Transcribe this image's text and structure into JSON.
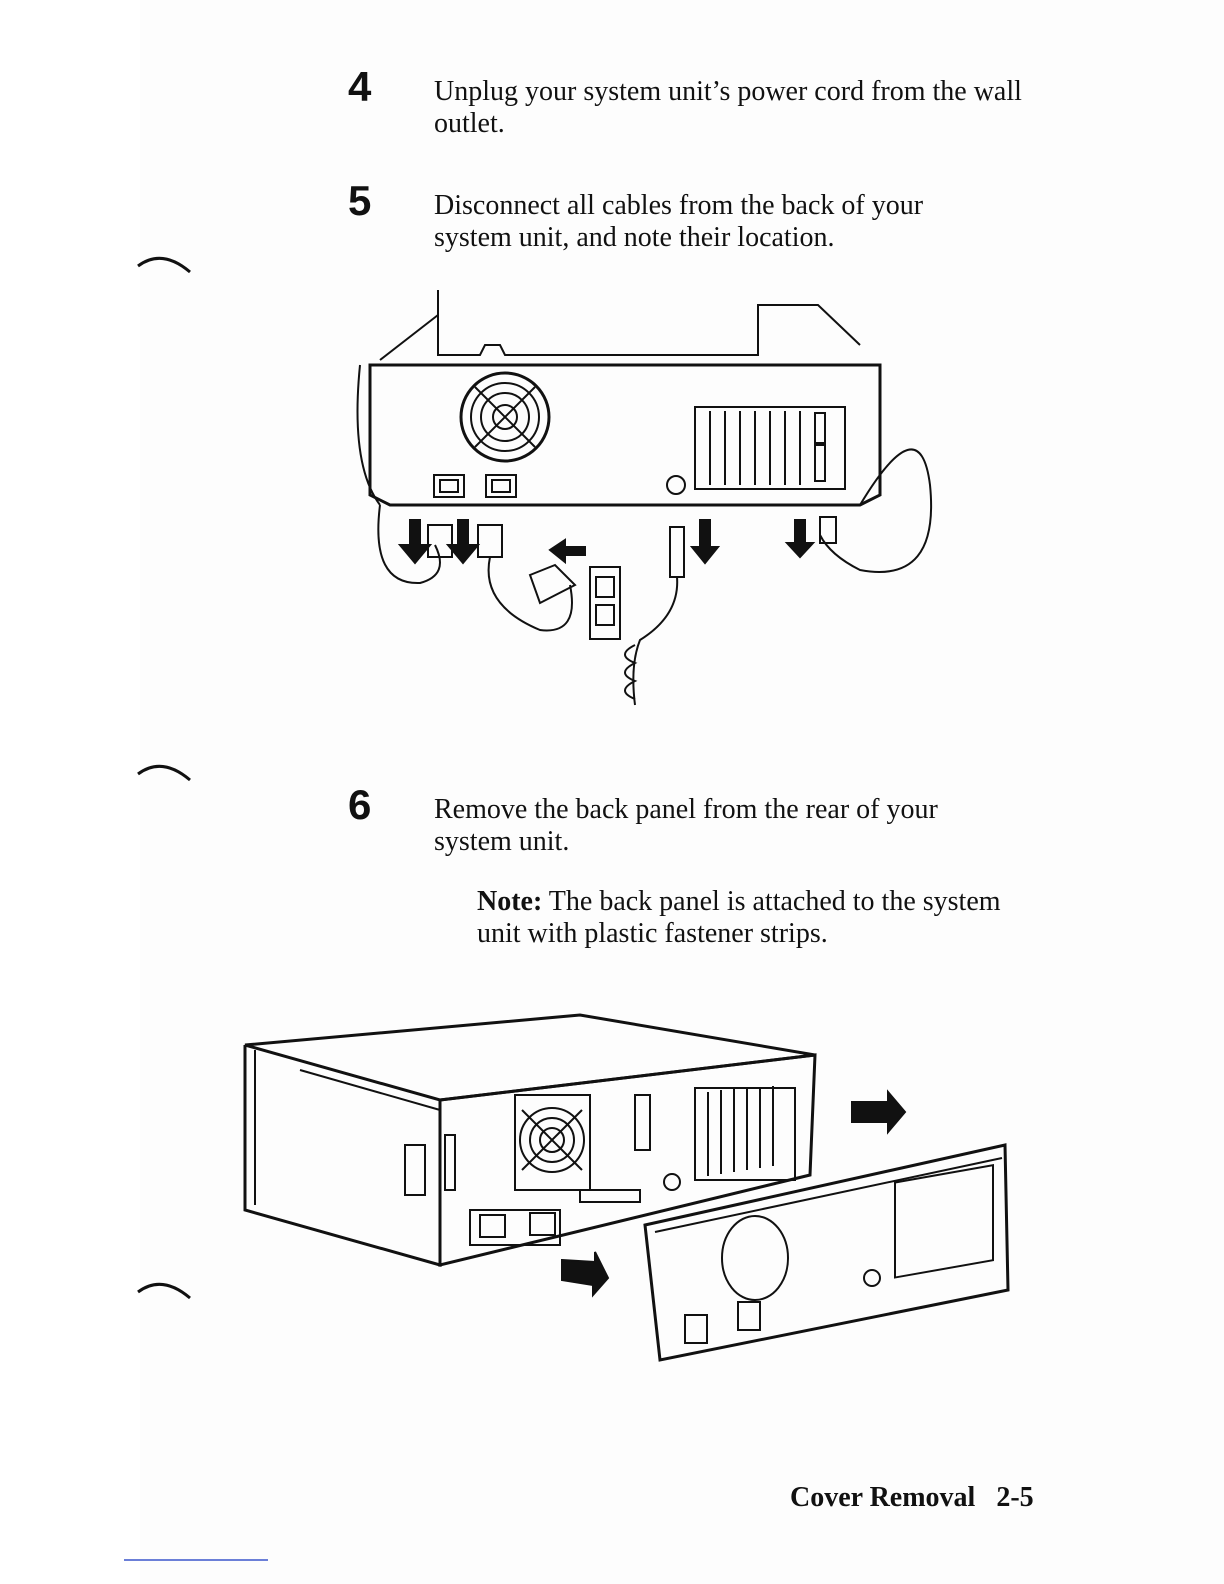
{
  "steps": [
    {
      "number": "4",
      "text": "Unplug your system unit’s power cord from the wall outlet."
    },
    {
      "number": "5",
      "text": "Disconnect all cables from the back of your system unit, and note their location."
    },
    {
      "number": "6",
      "text": "Remove the back panel from the rear of your system unit."
    }
  ],
  "note": {
    "label": "Note:",
    "text": "The back panel is attached to the system unit with plastic fastener strips."
  },
  "footer": {
    "section": "Cover Removal",
    "page": "2-5"
  }
}
